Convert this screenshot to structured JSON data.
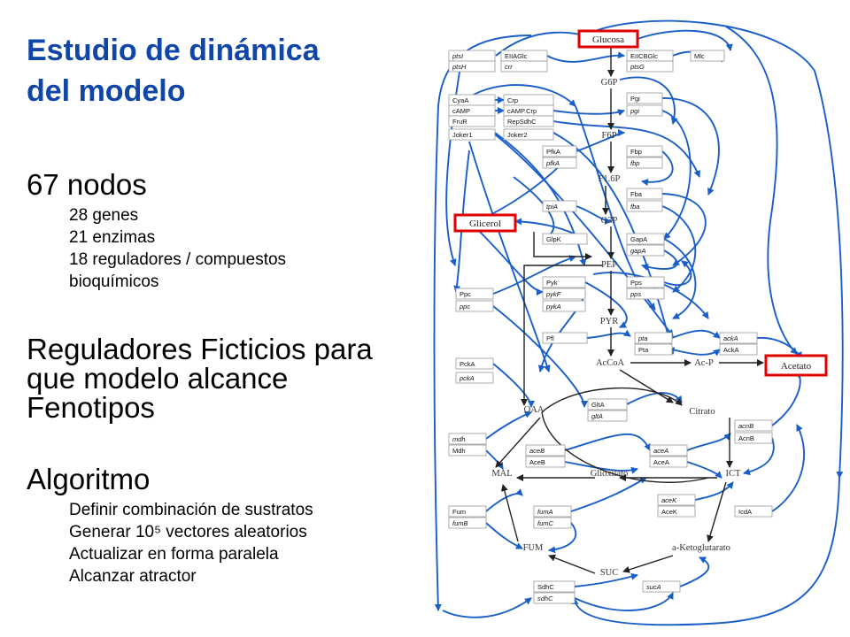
{
  "slide": {
    "title_lines": [
      "Estudio de dinámica",
      "del modelo"
    ],
    "sections": [
      {
        "heading": "67 nodos",
        "items": [
          "28 genes",
          "21 enzimas",
          "18 reguladores / compuestos",
          "bioquímicos"
        ]
      },
      {
        "heading": "Reguladores Ficticios para  que modelo alcance Fenotipos",
        "items": []
      },
      {
        "heading": "Algoritmo",
        "items": [
          "Definir combinación de sustratos",
          "Generar 10⁵ vectores aleatorios",
          "Actualizar en forma paralela",
          "Alcanzar atractor"
        ]
      }
    ]
  },
  "diagram": {
    "colors": {
      "edge": "#1a5fc8",
      "highlight": "#e00000",
      "metabolite": "#333333",
      "box_border": "#999999"
    },
    "nodes": [
      {
        "id": "n1",
        "label": "ptsI",
        "italic": true
      },
      {
        "id": "n2",
        "label": "ptsH",
        "italic": true
      },
      {
        "id": "n3",
        "label": "EIIAGlc",
        "italic": false
      },
      {
        "id": "n4",
        "label": "crr",
        "italic": true
      },
      {
        "id": "n5",
        "label": "EIICBGlc",
        "italic": false
      },
      {
        "id": "n6",
        "label": "ptsG",
        "italic": true
      },
      {
        "id": "n7",
        "label": "Mlc",
        "italic": false
      },
      {
        "id": "n8",
        "label": "CyaA",
        "italic": false
      },
      {
        "id": "n9",
        "label": "cAMP",
        "italic": false
      },
      {
        "id": "n10",
        "label": "FruR",
        "italic": false
      },
      {
        "id": "n11",
        "label": "Joker1",
        "italic": false
      },
      {
        "id": "n12",
        "label": "Crp",
        "italic": false
      },
      {
        "id": "n13",
        "label": "cAMP.Crp",
        "italic": false
      },
      {
        "id": "n14",
        "label": "RepSdhC",
        "italic": false
      },
      {
        "id": "n15",
        "label": "Joker2",
        "italic": false
      },
      {
        "id": "n16",
        "label": "Pgi",
        "italic": false
      },
      {
        "id": "n17",
        "label": "pgi",
        "italic": true
      },
      {
        "id": "n18",
        "label": "PfkA",
        "italic": false
      },
      {
        "id": "n19",
        "label": "pfkA",
        "italic": true
      },
      {
        "id": "n20",
        "label": "Fbp",
        "italic": false
      },
      {
        "id": "n21",
        "label": "fbp",
        "italic": true
      },
      {
        "id": "n22",
        "label": "Fba",
        "italic": false
      },
      {
        "id": "n23",
        "label": "fba",
        "italic": true
      },
      {
        "id": "n24",
        "label": "tpiA",
        "italic": true
      },
      {
        "id": "n25",
        "label": "GlpK",
        "italic": false
      },
      {
        "id": "n26",
        "label": "GapA",
        "italic": false
      },
      {
        "id": "n27",
        "label": "gapA",
        "italic": true
      },
      {
        "id": "n28",
        "label": "Ppc",
        "italic": false
      },
      {
        "id": "n29",
        "label": "ppc",
        "italic": true
      },
      {
        "id": "n30",
        "label": "Pyk",
        "italic": false
      },
      {
        "id": "n31",
        "label": "pykF",
        "italic": true
      },
      {
        "id": "n32",
        "label": "pykA",
        "italic": true
      },
      {
        "id": "n33",
        "label": "Pps",
        "italic": false
      },
      {
        "id": "n34",
        "label": "pps",
        "italic": true
      },
      {
        "id": "n35",
        "label": "Pfl",
        "italic": false
      },
      {
        "id": "n36",
        "label": "pta",
        "italic": true
      },
      {
        "id": "n37",
        "label": "Pta",
        "italic": false
      },
      {
        "id": "n38",
        "label": "ackA",
        "italic": true
      },
      {
        "id": "n39",
        "label": "AckA",
        "italic": false
      },
      {
        "id": "n40",
        "label": "PckA",
        "italic": false
      },
      {
        "id": "n41",
        "label": "pckA",
        "italic": true
      },
      {
        "id": "n42",
        "label": "GltA",
        "italic": false
      },
      {
        "id": "n43",
        "label": "gltA",
        "italic": true
      },
      {
        "id": "n44",
        "label": "acnB",
        "italic": true
      },
      {
        "id": "n45",
        "label": "AcnB",
        "italic": false
      },
      {
        "id": "n46",
        "label": "mdh",
        "italic": true
      },
      {
        "id": "n47",
        "label": "Mdh",
        "italic": false
      },
      {
        "id": "n48",
        "label": "aceB",
        "italic": true
      },
      {
        "id": "n49",
        "label": "AceB",
        "italic": false
      },
      {
        "id": "n50",
        "label": "aceA",
        "italic": true
      },
      {
        "id": "n51",
        "label": "AceA",
        "italic": false
      },
      {
        "id": "n52",
        "label": "aceK",
        "italic": true
      },
      {
        "id": "n53",
        "label": "AceK",
        "italic": false
      },
      {
        "id": "n54",
        "label": "IcdA",
        "italic": false
      },
      {
        "id": "n55",
        "label": "Fum",
        "italic": false
      },
      {
        "id": "n56",
        "label": "fumB",
        "italic": true
      },
      {
        "id": "n57",
        "label": "fumA",
        "italic": true
      },
      {
        "id": "n58",
        "label": "fumC",
        "italic": true
      },
      {
        "id": "n59",
        "label": "SdhC",
        "italic": false
      },
      {
        "id": "n60",
        "label": "sdhC",
        "italic": true
      },
      {
        "id": "n61",
        "label": "sucA",
        "italic": true
      }
    ],
    "metabolites": [
      {
        "id": "m1",
        "label": "G6P"
      },
      {
        "id": "m2",
        "label": "F6P"
      },
      {
        "id": "m3",
        "label": "F1.6P"
      },
      {
        "id": "m4",
        "label": "G3P"
      },
      {
        "id": "m5",
        "label": "PEP"
      },
      {
        "id": "m6",
        "label": "PYR"
      },
      {
        "id": "m7",
        "label": "AcCoA"
      },
      {
        "id": "m8",
        "label": "Ac-P"
      },
      {
        "id": "m9",
        "label": "OAA"
      },
      {
        "id": "m10",
        "label": "Citrato"
      },
      {
        "id": "m11",
        "label": "MAL"
      },
      {
        "id": "m12",
        "label": "Glioxilato"
      },
      {
        "id": "m13",
        "label": "ICT"
      },
      {
        "id": "m14",
        "label": "FUM"
      },
      {
        "id": "m15",
        "label": "a-Ketoglutarato"
      },
      {
        "id": "m16",
        "label": "SUC"
      }
    ],
    "substrates": [
      {
        "id": "s1",
        "label": "Glucosa"
      },
      {
        "id": "s2",
        "label": "Glicerol"
      },
      {
        "id": "s3",
        "label": "Acetato"
      }
    ]
  }
}
